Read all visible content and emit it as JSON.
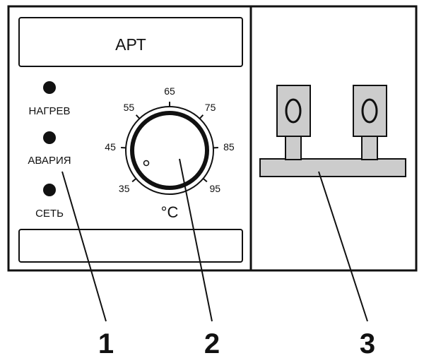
{
  "colors": {
    "outline": "#111111",
    "fill_gray": "#cccccc",
    "background": "#ffffff"
  },
  "panel": {
    "title": "АРТ"
  },
  "indicators": [
    {
      "label": "НАГРЕВ"
    },
    {
      "label": "АВАРИЯ"
    },
    {
      "label": "СЕТЬ"
    }
  ],
  "dial": {
    "unit": "°C",
    "scale": [
      {
        "value": 35,
        "label": "35"
      },
      {
        "value": 45,
        "label": "45"
      },
      {
        "value": 55,
        "label": "55"
      },
      {
        "value": 65,
        "label": "65"
      },
      {
        "value": 75,
        "label": "75"
      },
      {
        "value": 85,
        "label": "85"
      },
      {
        "value": 95,
        "label": "95"
      }
    ]
  },
  "callouts": [
    {
      "label": "1"
    },
    {
      "label": "2"
    },
    {
      "label": "3"
    }
  ]
}
